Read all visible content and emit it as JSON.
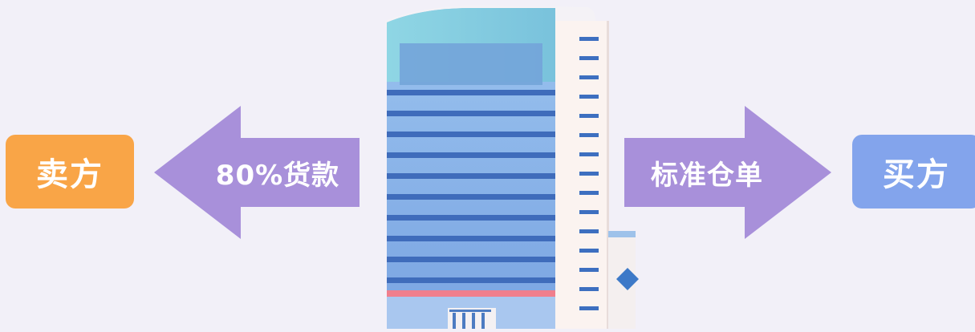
{
  "seller": {
    "label": "卖方"
  },
  "buyer": {
    "label": "买方"
  },
  "arrows": {
    "payment_label": "80%货款",
    "receipt_label": "标准仓单"
  },
  "colors": {
    "background": "#f2f0f8",
    "seller": "#f9a547",
    "buyer": "#83a4ec",
    "arrow": "#a890da",
    "building_glass": "#7ea7e2",
    "building_stripe": "#3f6cbb",
    "building_side": "#fbf3f0",
    "building_top_glass": "#86cfe0",
    "building_accent": "#f07f8d"
  },
  "icons": {
    "center": "office-building-icon"
  }
}
